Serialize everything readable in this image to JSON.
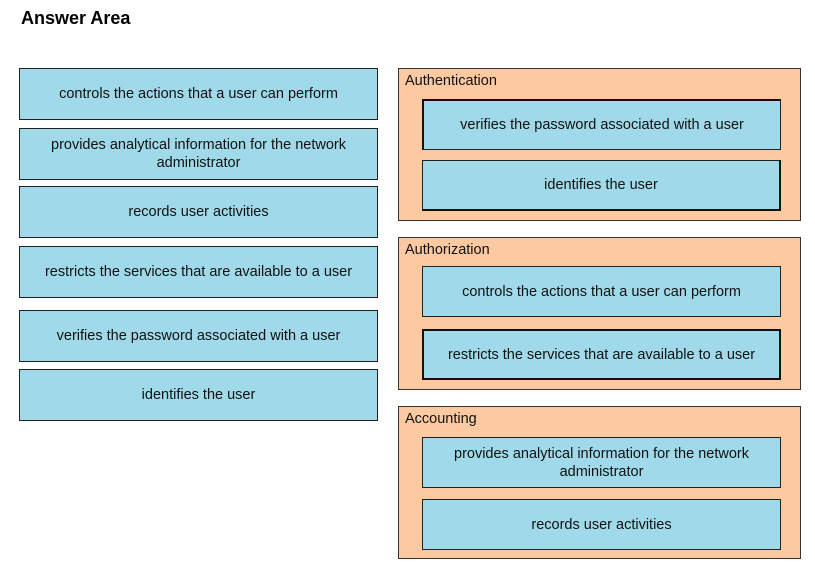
{
  "title": "Answer Area",
  "left_items": [
    "controls the actions that a user can perform",
    "provides analytical information for the network administrator",
    "records user activities",
    "restricts the services that are available to a user",
    "verifies the password associated with a user",
    "identifies the user"
  ],
  "groups": [
    {
      "label": "Authentication",
      "items": [
        "verifies the password associated with a user",
        "identifies the user"
      ]
    },
    {
      "label": "Authorization",
      "items": [
        "controls the actions that a user can perform",
        "restricts the services that are available to a user"
      ]
    },
    {
      "label": "Accounting",
      "items": [
        "provides analytical information for the network administrator",
        "records user activities"
      ]
    }
  ],
  "colors": {
    "tile": "#a0daea",
    "group": "#fcc9a0"
  }
}
